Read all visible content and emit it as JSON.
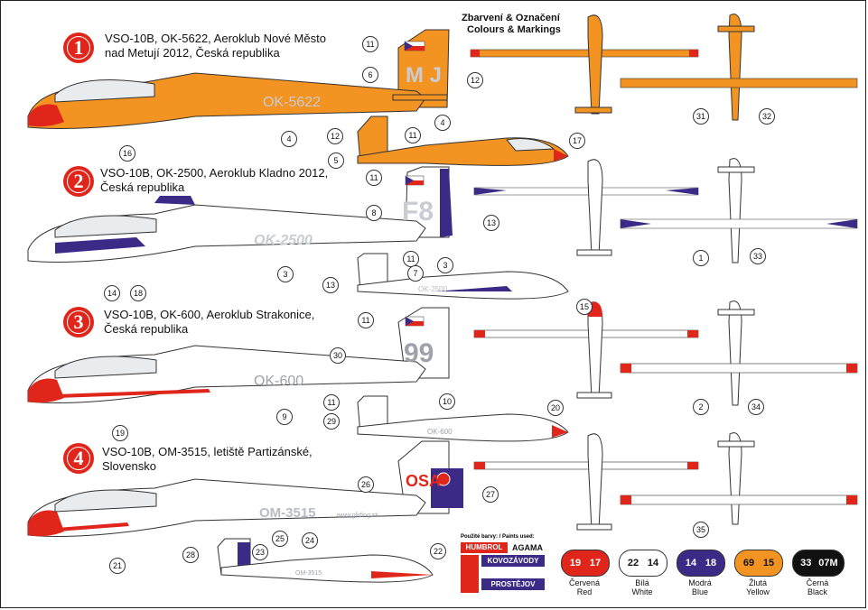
{
  "header": {
    "line1": "Zbarvení & Označení",
    "line2": "Colours & Markings"
  },
  "schemes": [
    {
      "number": "1",
      "title": "VSO-10B, OK-5622, Aeroklub Nové Město\nnad Metují 2012, Česká republika",
      "reg": "OK-5622",
      "code": "M J"
    },
    {
      "number": "2",
      "title": "VSO-10B, OK-2500, Aeroklub Kladno 2012,\nČeská republika",
      "reg": "OK-2500",
      "code": "F8"
    },
    {
      "number": "3",
      "title": "VSO-10B, OK-600, Aeroklub Strakonice,\nČeská republika",
      "reg": "OK-600",
      "code": "99"
    },
    {
      "number": "4",
      "title": "VSO-10B, OM-3515, letiště Partizánské,\nSlovensko",
      "reg": "OM-3515",
      "code": "OSA",
      "web": "www.gliding.sk"
    }
  ],
  "callouts": [
    "11",
    "6",
    "12",
    "16",
    "4",
    "12",
    "11",
    "5",
    "4",
    "17",
    "11",
    "8",
    "13",
    "14",
    "18",
    "3",
    "11",
    "7",
    "13",
    "3",
    "15",
    "11",
    "30",
    "19",
    "9",
    "11",
    "29",
    "10",
    "20",
    "26",
    "27",
    "21",
    "23",
    "25",
    "28",
    "24",
    "22",
    "31",
    "32",
    "1",
    "33",
    "2",
    "34",
    "35"
  ],
  "paints": {
    "header": "Použité barvy: / Paints used:",
    "brand1": "HUMBROL",
    "brand2": "AGAMA",
    "brand3": "KOVOZÁVODY",
    "brand4": "PROSTĚJOV"
  },
  "swatches": [
    {
      "a": "19",
      "b": "17",
      "cz": "Červená",
      "en": "Red",
      "color": "#e0261b",
      "text": "#fff"
    },
    {
      "a": "22",
      "b": "14",
      "cz": "Bílá",
      "en": "White",
      "color": "#ffffff",
      "text": "#111"
    },
    {
      "a": "14",
      "b": "18",
      "cz": "Modrá",
      "en": "Blue",
      "color": "#3c2b86",
      "text": "#fff"
    },
    {
      "a": "69",
      "b": "15",
      "cz": "Žlutá",
      "en": "Yellow",
      "color": "#f39322",
      "text": "#111"
    },
    {
      "a": "33",
      "b": "07M",
      "cz": "Černá",
      "en": "Black",
      "color": "#111111",
      "text": "#fff"
    }
  ],
  "colors": {
    "orange": "#f39322",
    "red": "#e0261b",
    "blue": "#3c2b86",
    "grey": "#b9bcc4"
  }
}
